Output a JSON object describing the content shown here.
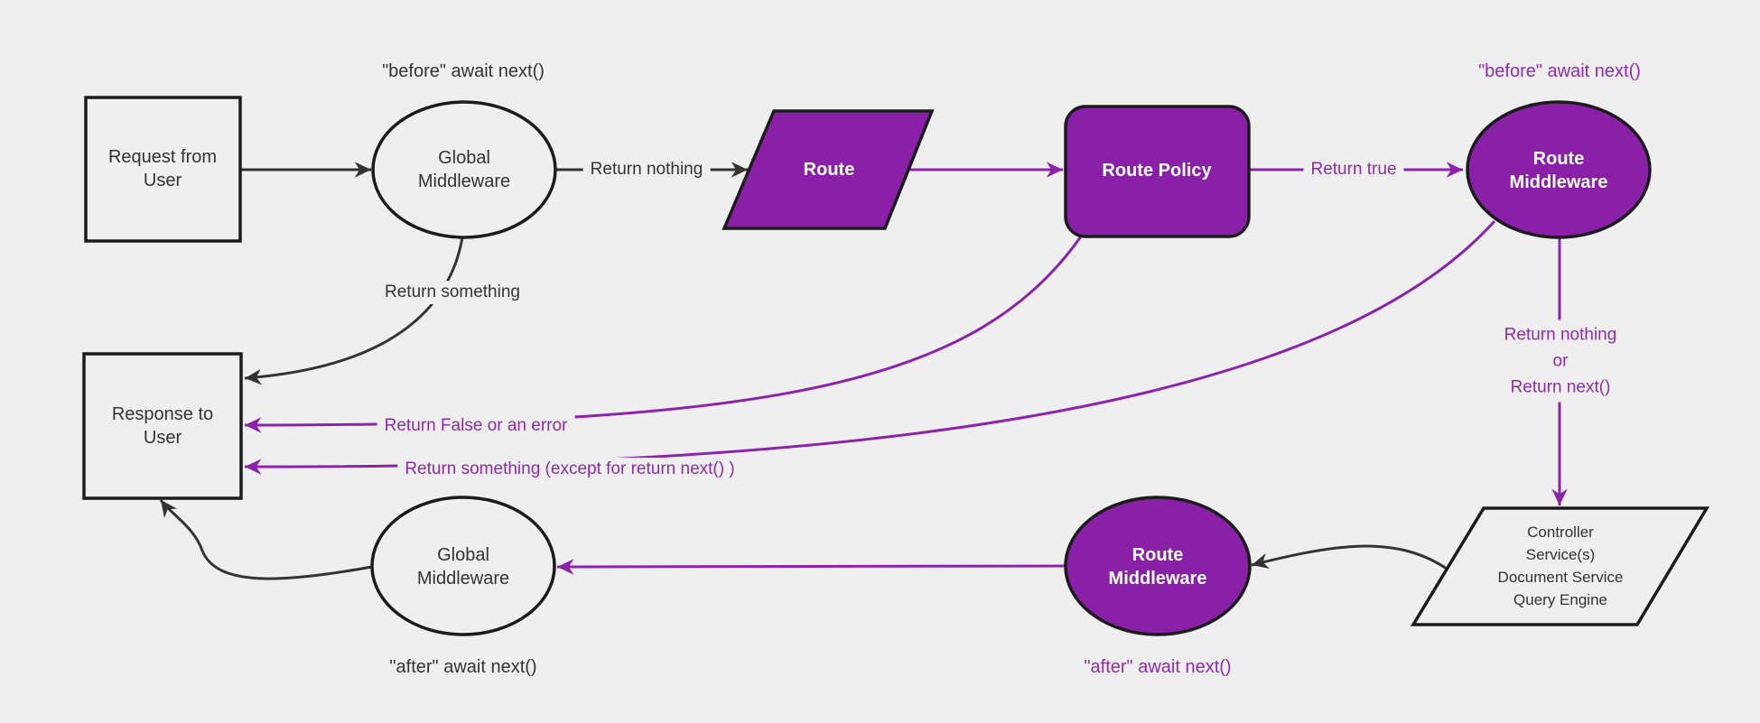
{
  "colors": {
    "bg": "#efefef",
    "purpleFill": "#8a1fa8",
    "purpleLine": "#8c23ad",
    "purpleText": "#8e2bb0",
    "inkBorder": "#1b1b1b",
    "inkLine": "#333333",
    "inkText": "#333333",
    "nodeTextOnPurple": "#ffffff"
  },
  "nodes": {
    "request": {
      "label": "Request from\nUser",
      "shape": "rectangle"
    },
    "globalMiddlewareTop": {
      "label": "Global\nMiddleware",
      "shape": "ellipse"
    },
    "route": {
      "label": "Route",
      "shape": "parallelogram"
    },
    "routePolicy": {
      "label": "Route Policy",
      "shape": "rounded-rectangle"
    },
    "routeMiddlewareTop": {
      "label": "Route\nMiddleware",
      "shape": "ellipse"
    },
    "response": {
      "label": "Response to\nUser",
      "shape": "rectangle"
    },
    "services": {
      "label": "Controller\nService(s)\nDocument Service\nQuery Engine",
      "shape": "parallelogram"
    },
    "routeMiddlewareBottom": {
      "label": "Route\nMiddleware",
      "shape": "ellipse"
    },
    "globalMiddlewareBottom": {
      "label": "Global\nMiddleware",
      "shape": "ellipse"
    }
  },
  "edgeLabels": {
    "returnNothing": "Return nothing",
    "returnSomething": "Return something",
    "returnTrue": "Return true",
    "returnFalseOrError": "Return False or an error",
    "returnSomethingExcept": "Return something (except for return next() )",
    "returnNothingOrNext": "Return nothing\nor\nReturn next()"
  },
  "captions": {
    "beforeAwaitNextTop": "\"before\" await next()",
    "beforeAwaitNextRight": "\"before\" await next()",
    "afterAwaitNextLeft": "\"after\" await next()",
    "afterAwaitNextMiddle": "\"after\" await next()"
  }
}
